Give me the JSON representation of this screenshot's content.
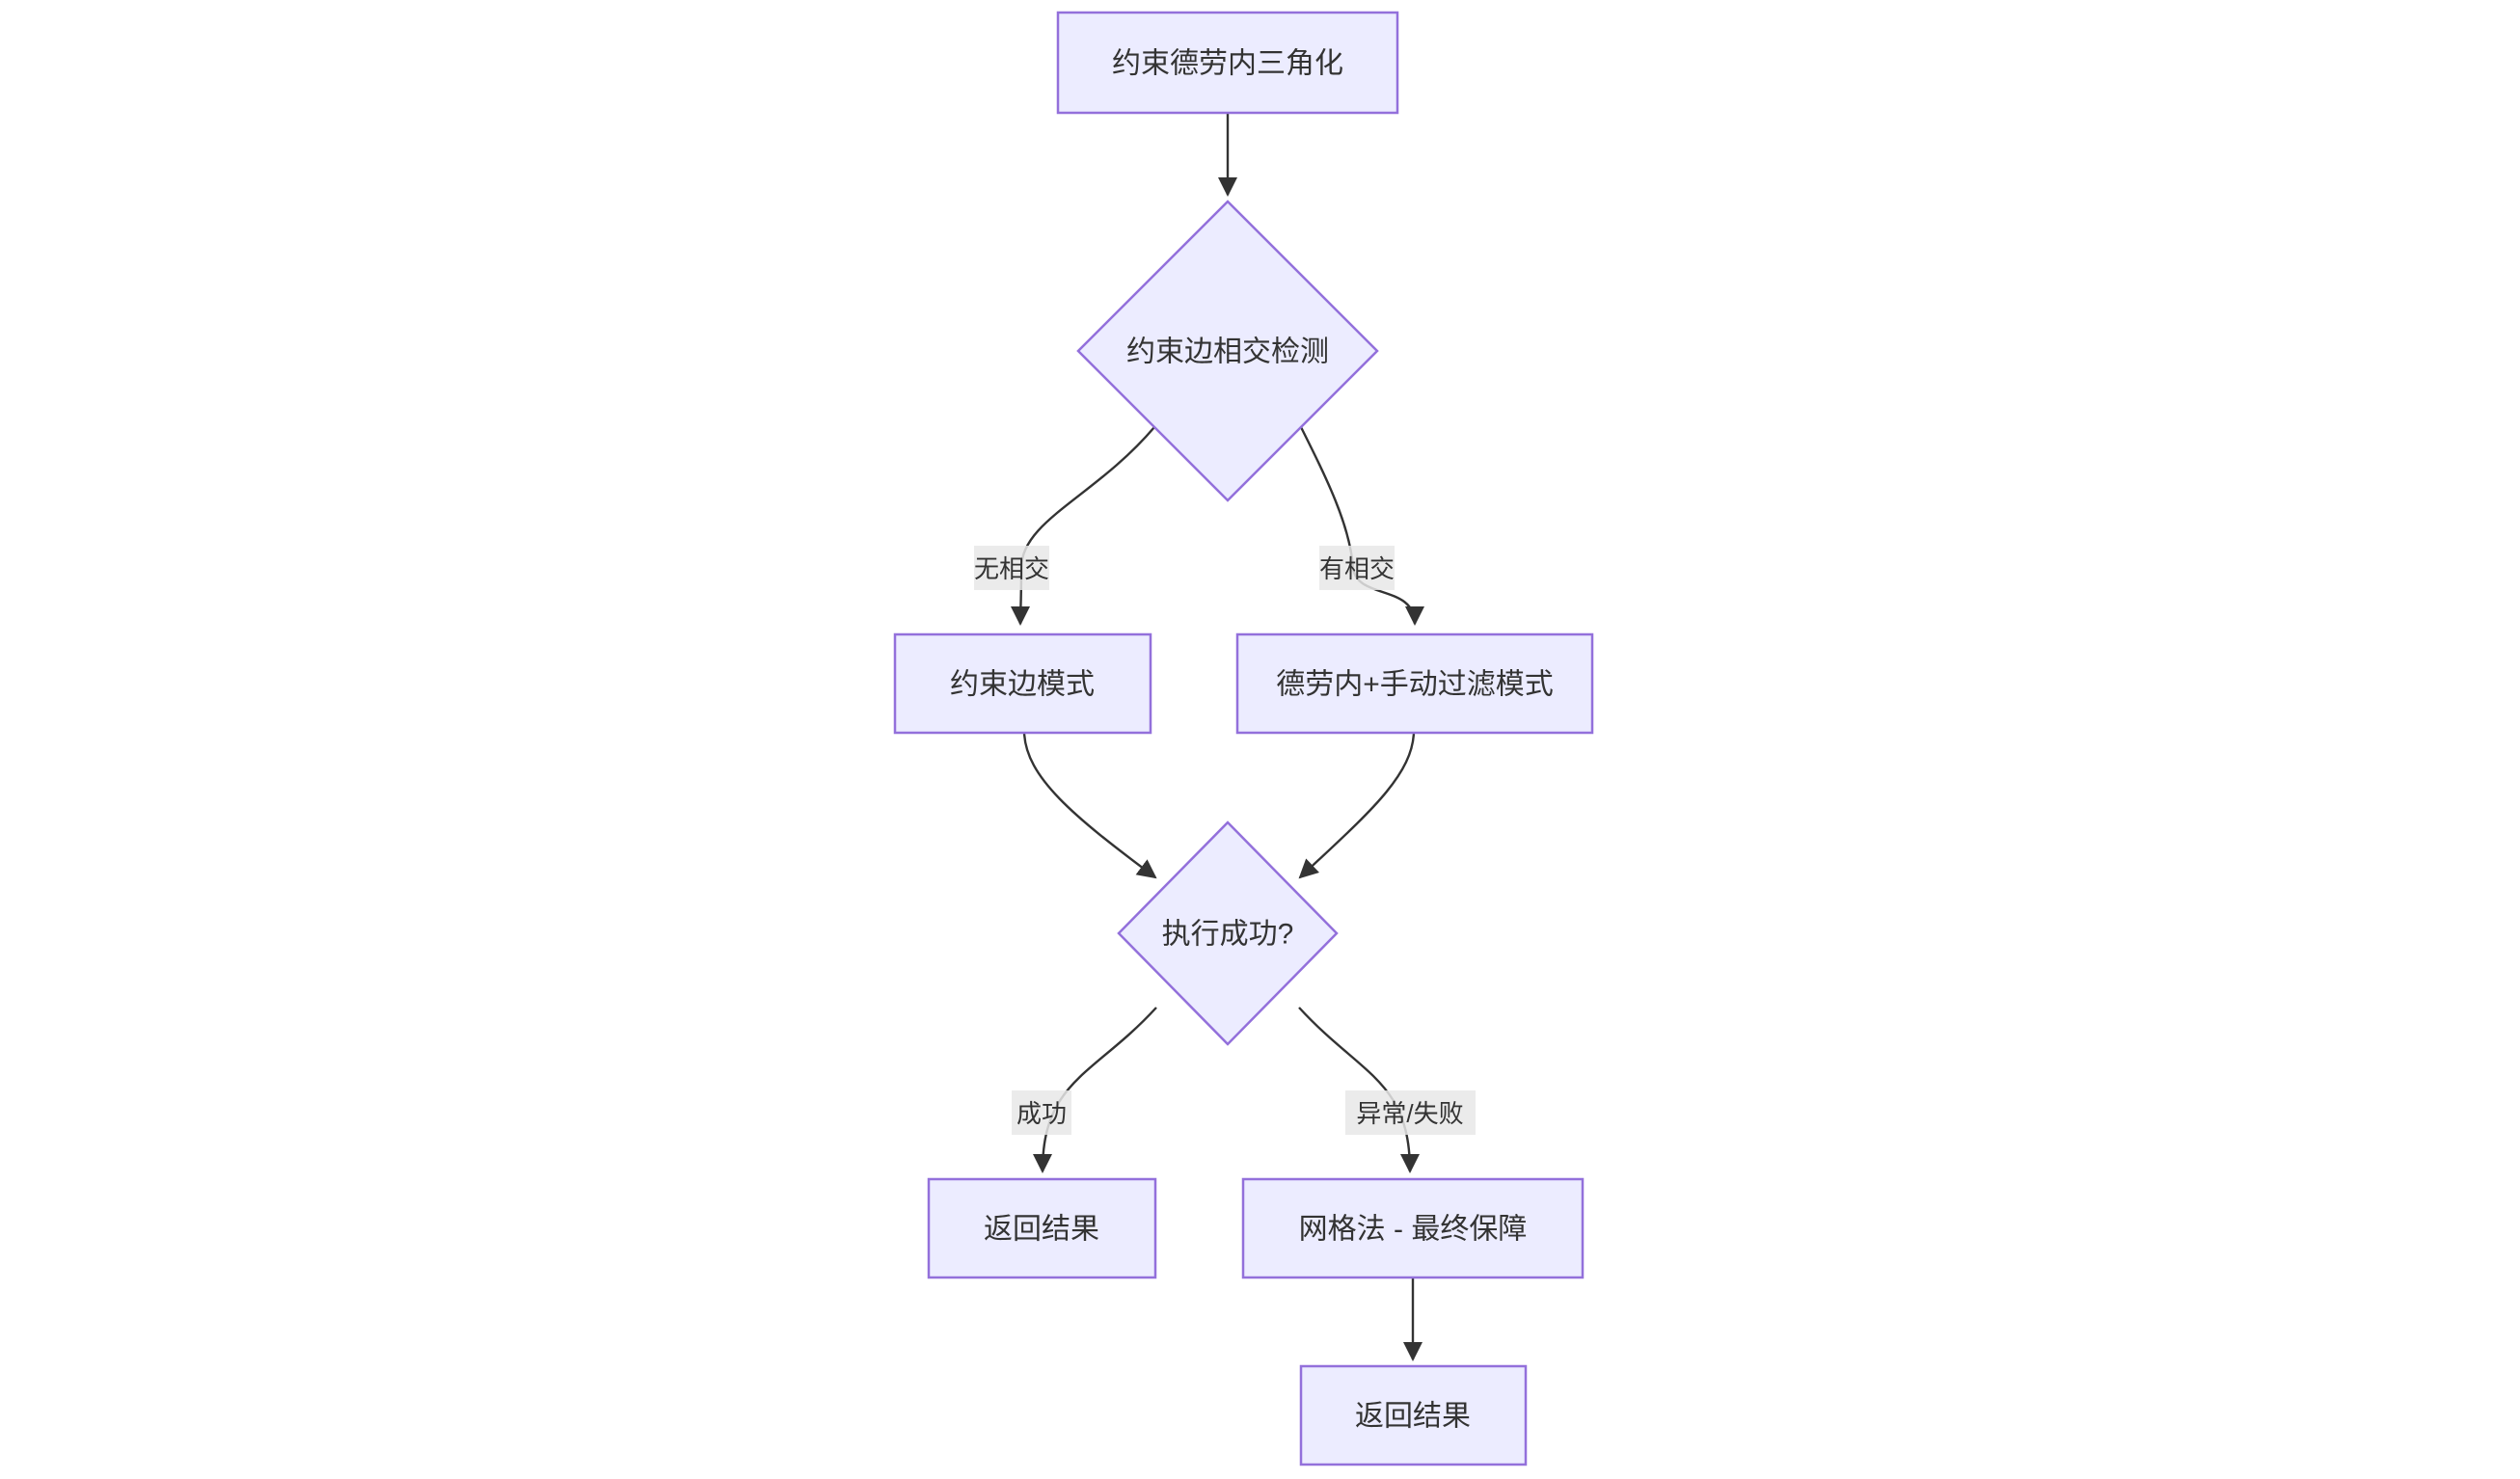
{
  "colors": {
    "canvas_bg": "#ffffff",
    "node_fill": "#ECECFF",
    "node_border": "#9370DB",
    "line": "#333333",
    "text": "#333333",
    "label_bg": "#e8e8e8"
  },
  "diagram_type": "flowchart",
  "nodes": {
    "start": {
      "label": "约束德劳内三角化",
      "shape": "rect"
    },
    "intersect_check": {
      "label": "约束边相交检测",
      "shape": "diamond"
    },
    "constrained_mode": {
      "label": "约束边模式",
      "shape": "rect"
    },
    "delaunay_filter_mode": {
      "label": "德劳内+手动过滤模式",
      "shape": "rect"
    },
    "exec_success": {
      "label": "执行成功?",
      "shape": "diamond"
    },
    "return_result_1": {
      "label": "返回结果",
      "shape": "rect"
    },
    "grid_fallback": {
      "label": "网格法 - 最终保障",
      "shape": "rect"
    },
    "return_result_2": {
      "label": "返回结果",
      "shape": "rect"
    }
  },
  "edges": [
    {
      "from": "start",
      "to": "intersect_check",
      "label": ""
    },
    {
      "from": "intersect_check",
      "to": "constrained_mode",
      "label": "无相交"
    },
    {
      "from": "intersect_check",
      "to": "delaunay_filter_mode",
      "label": "有相交"
    },
    {
      "from": "constrained_mode",
      "to": "exec_success",
      "label": ""
    },
    {
      "from": "delaunay_filter_mode",
      "to": "exec_success",
      "label": ""
    },
    {
      "from": "exec_success",
      "to": "return_result_1",
      "label": "成功"
    },
    {
      "from": "exec_success",
      "to": "grid_fallback",
      "label": "异常/失败"
    },
    {
      "from": "grid_fallback",
      "to": "return_result_2",
      "label": ""
    }
  ]
}
